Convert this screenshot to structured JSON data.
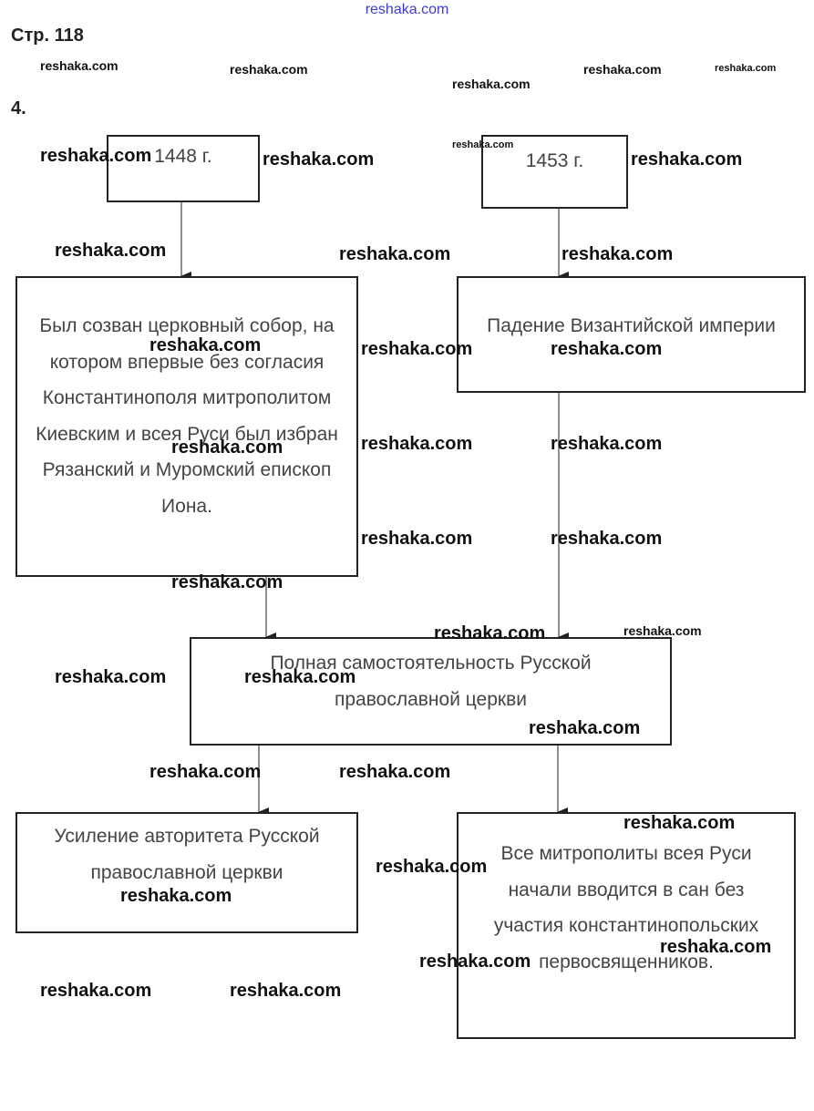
{
  "header": {
    "site": "reshaka.com"
  },
  "page_label": "Стр. 118",
  "task_number": "4.",
  "nodes": {
    "year_1448": "1448 г.",
    "year_1453": "1453 г.",
    "council_1448": "Был созван церковный собор, на котором впервые без согласия Константинополя митрополитом Киевским и всея Руси был избран Рязанский и Муромский епископ Иона.",
    "fall_byzantium": "Падение Византийской империи",
    "independence": "Полная самостоятельность Русской православной церкви",
    "authority": "Усиление авторитета Русской православной церкви",
    "metropolitans": "Все митрополиты всея Руси начали вводится в сан без участия константинопольских первосвященников."
  },
  "watermark": "reshaka.com"
}
